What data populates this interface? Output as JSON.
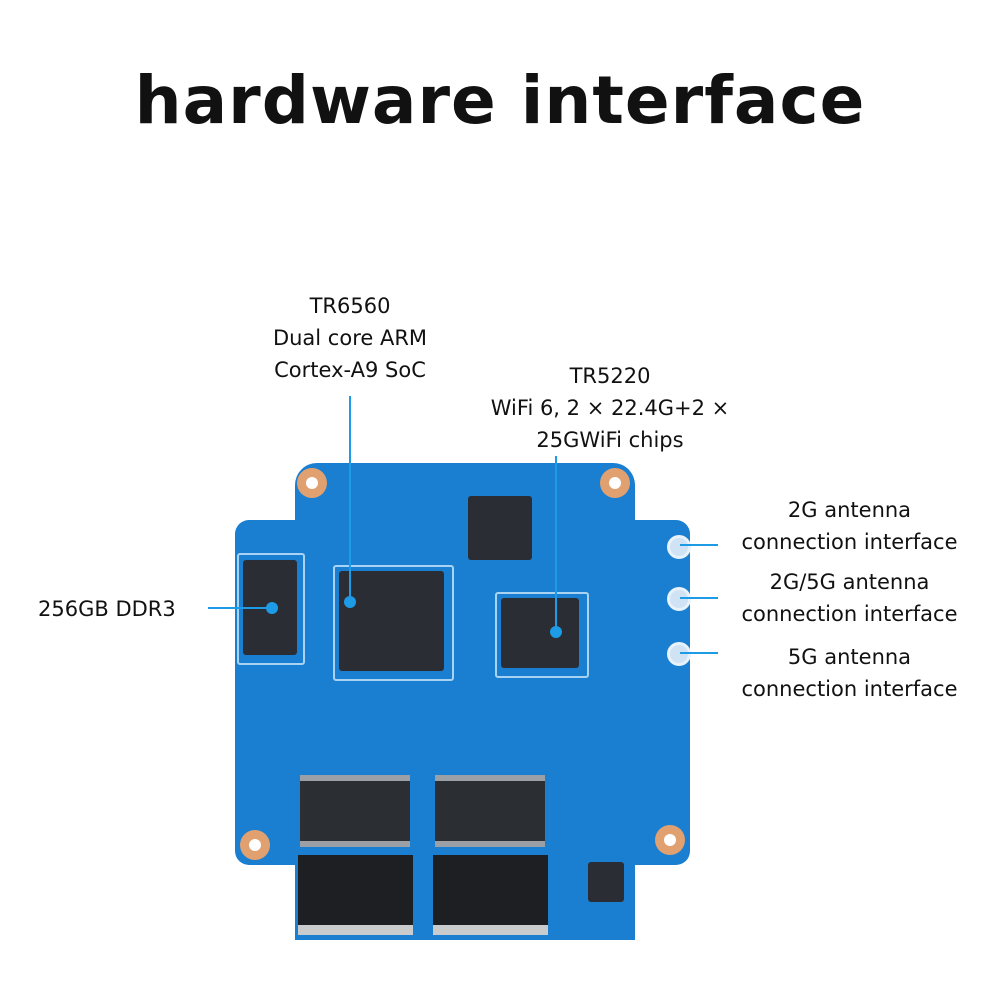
{
  "title": "hardware interface",
  "labels": {
    "soc": [
      "TR6560",
      "Dual core ARM",
      "Cortex-A9 SoC"
    ],
    "wifi": [
      "TR5220",
      "WiFi 6, 2 × 22.4G+2 ×",
      "25GWiFi chips"
    ],
    "ddr": "256GB DDR3",
    "ant2g": [
      "2G antenna",
      "connection interface"
    ],
    "ant25g": [
      "2G/5G antenna",
      "connection interface"
    ],
    "ant5g": [
      "5G antenna",
      "connection interface"
    ]
  },
  "colors": {
    "leader_line": "#1e9be6",
    "pcb": "#1b7fd1"
  }
}
